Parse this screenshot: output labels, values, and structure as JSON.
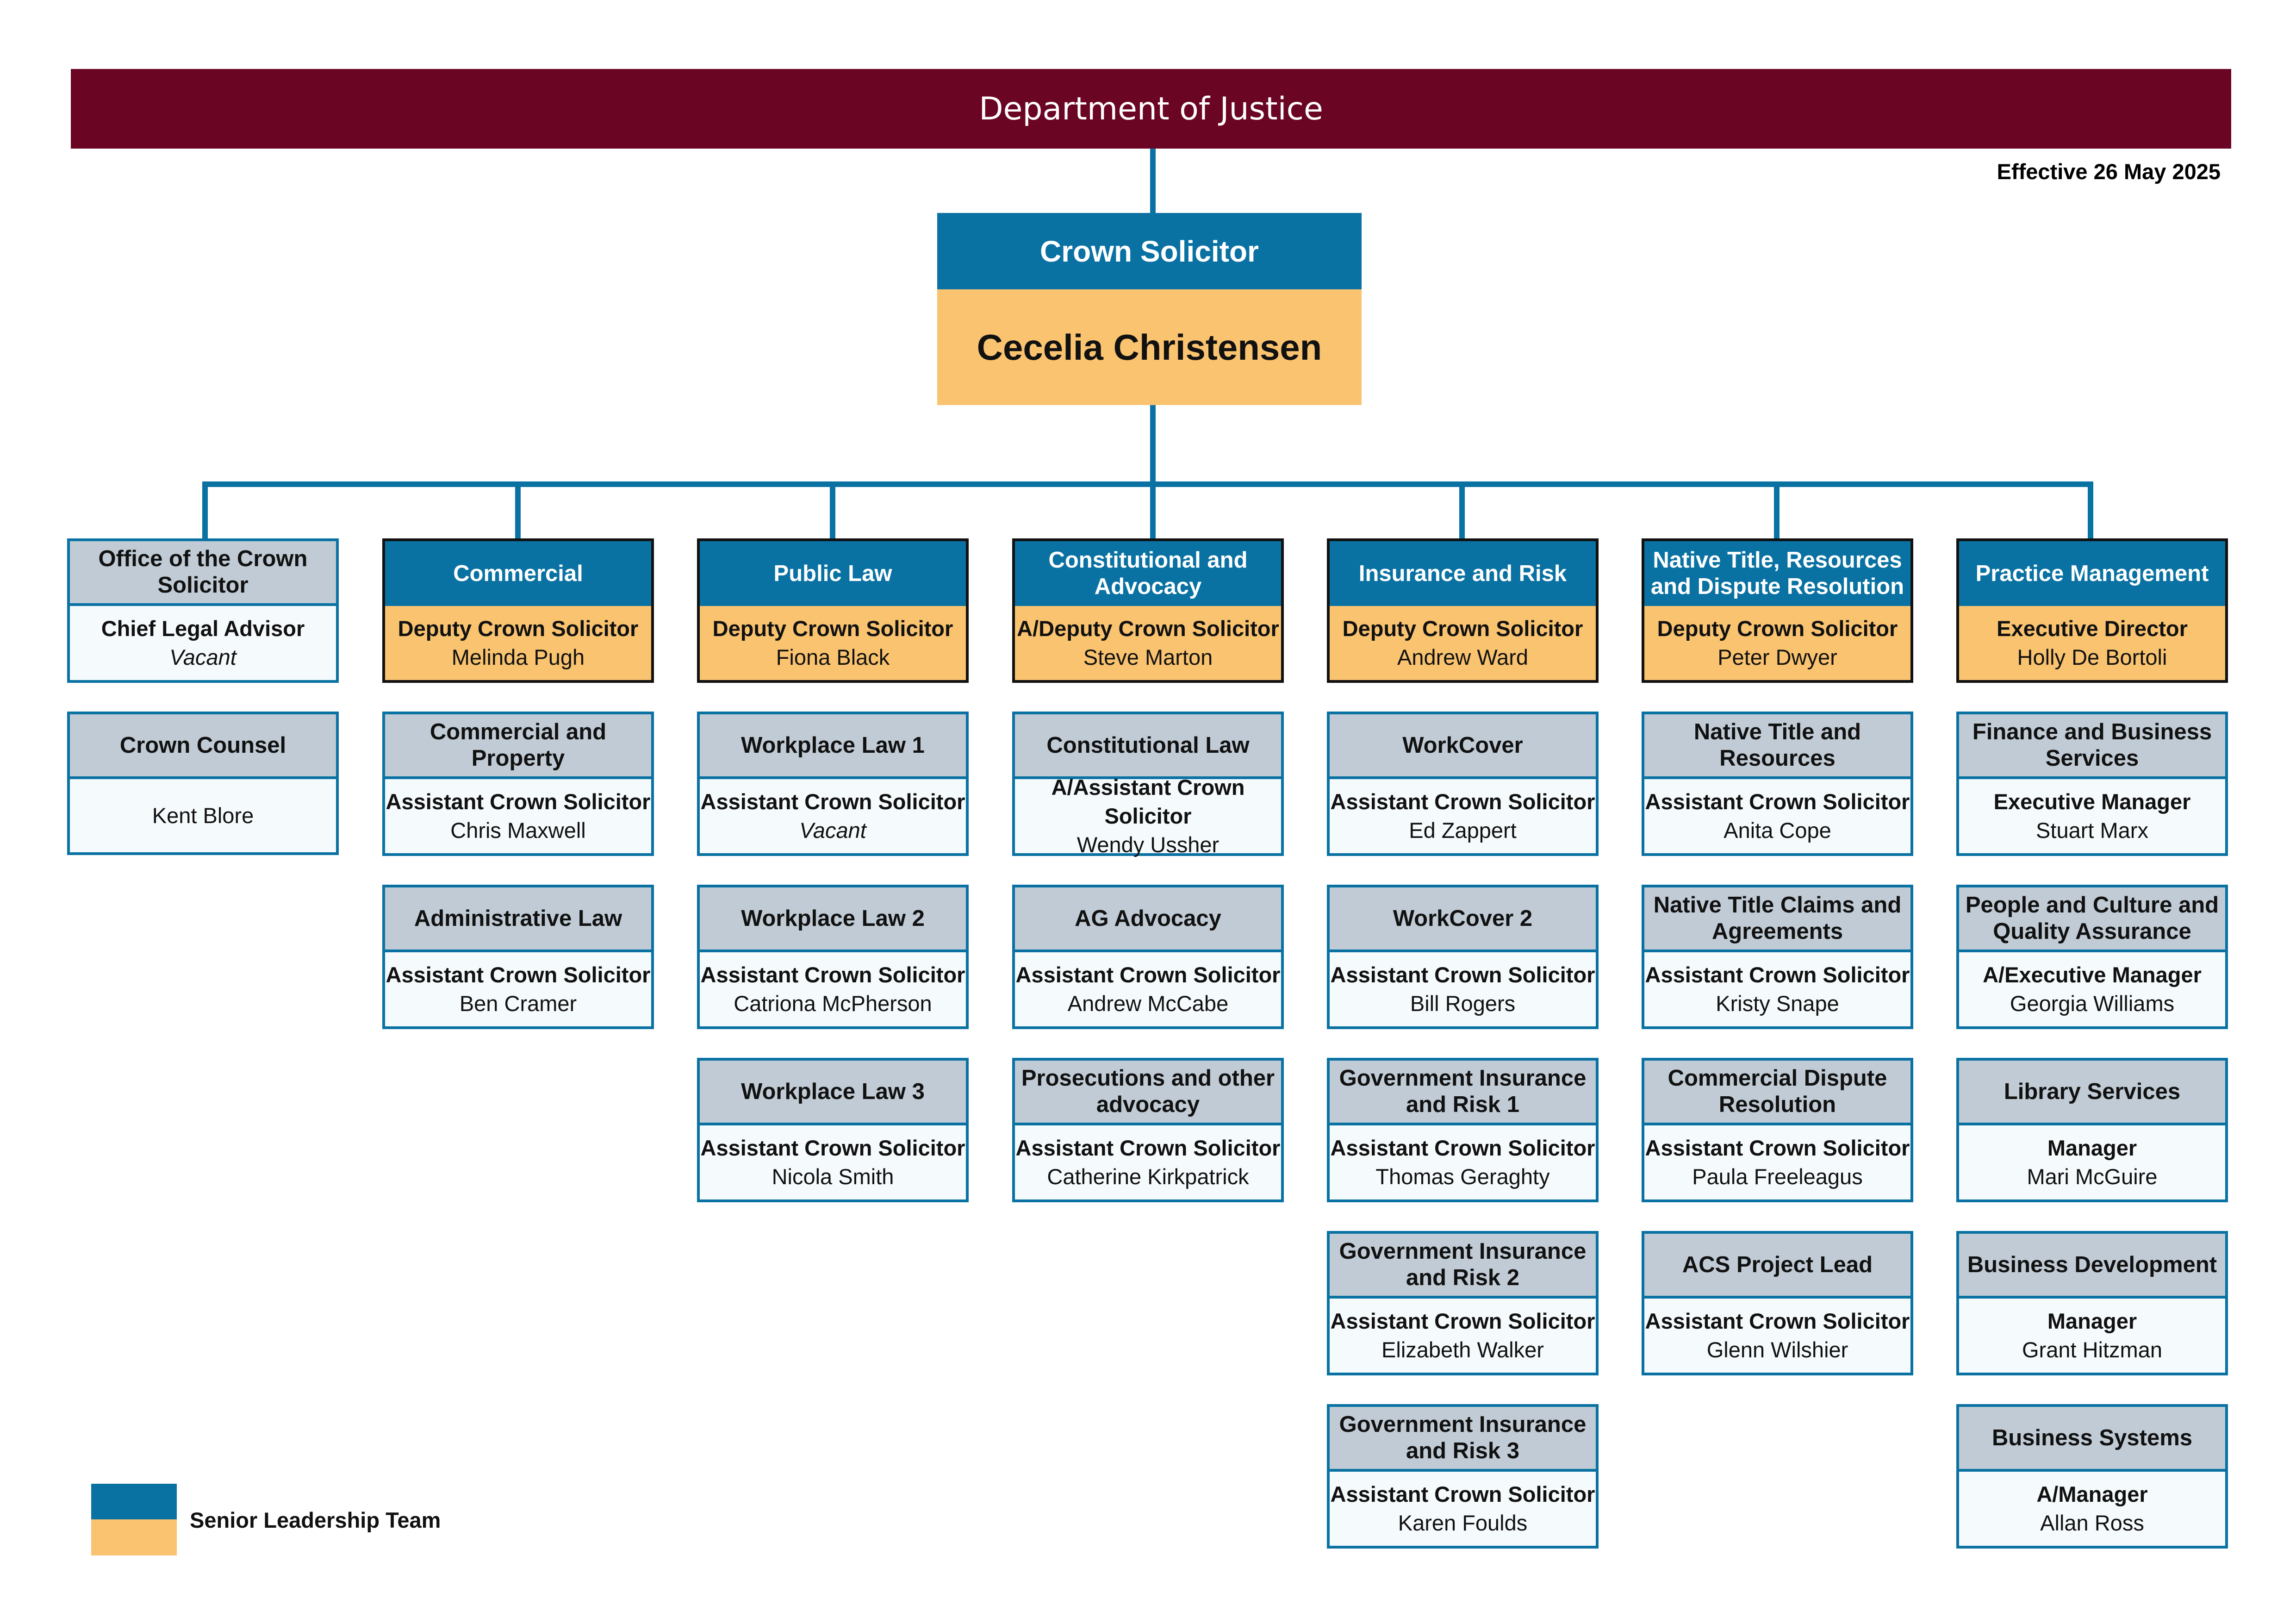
{
  "header": {
    "title": "Department of Justice",
    "effective": "Effective 26 May 2025"
  },
  "top": {
    "title": "Crown Solicitor",
    "name": "Cecelia Christensen"
  },
  "columns": [
    {
      "lead": {
        "title": "Office of the Crown Solicitor",
        "role": "Chief Legal Advisor",
        "name": "Vacant"
      },
      "units": [
        {
          "title": "Crown Counsel",
          "role": "",
          "name": "Kent Blore"
        }
      ]
    },
    {
      "lead": {
        "title": "Commercial",
        "role": "Deputy Crown Solicitor",
        "name": "Melinda Pugh"
      },
      "units": [
        {
          "title": "Commercial and Property",
          "role": "Assistant Crown Solicitor",
          "name": "Chris Maxwell"
        },
        {
          "title": "Administrative Law",
          "role": "Assistant Crown Solicitor",
          "name": "Ben Cramer"
        }
      ]
    },
    {
      "lead": {
        "title": "Public Law",
        "role": "Deputy Crown Solicitor",
        "name": "Fiona Black"
      },
      "units": [
        {
          "title": "Workplace Law 1",
          "role": "Assistant Crown Solicitor",
          "name": "Vacant"
        },
        {
          "title": "Workplace Law 2",
          "role": "Assistant Crown Solicitor",
          "name": "Catriona McPherson"
        },
        {
          "title": "Workplace Law 3",
          "role": "Assistant Crown Solicitor",
          "name": "Nicola Smith"
        }
      ]
    },
    {
      "lead": {
        "title": "Constitutional and Advocacy",
        "role": "A/Deputy Crown Solicitor",
        "name": "Steve Marton"
      },
      "units": [
        {
          "title": "Constitutional Law",
          "role": "A/Assistant Crown Solicitor",
          "name": "Wendy Ussher"
        },
        {
          "title": "AG Advocacy",
          "role": "Assistant Crown Solicitor",
          "name": "Andrew McCabe"
        },
        {
          "title": "Prosecutions and other advocacy",
          "role": "Assistant Crown Solicitor",
          "name": "Catherine Kirkpatrick"
        }
      ]
    },
    {
      "lead": {
        "title": "Insurance and Risk",
        "role": "Deputy Crown Solicitor",
        "name": "Andrew Ward"
      },
      "units": [
        {
          "title": "WorkCover",
          "role": "Assistant Crown Solicitor",
          "name": "Ed Zappert"
        },
        {
          "title": "WorkCover 2",
          "role": "Assistant Crown Solicitor",
          "name": "Bill Rogers"
        },
        {
          "title": "Government Insurance and Risk 1",
          "role": "Assistant Crown Solicitor",
          "name": "Thomas Geraghty"
        },
        {
          "title": "Government Insurance and Risk 2",
          "role": "Assistant Crown Solicitor",
          "name": "Elizabeth Walker"
        },
        {
          "title": "Government Insurance and Risk 3",
          "role": "Assistant Crown Solicitor",
          "name": "Karen Foulds"
        }
      ]
    },
    {
      "lead": {
        "title": "Native Title, Resources and Dispute Resolution",
        "role": "Deputy Crown Solicitor",
        "name": "Peter Dwyer"
      },
      "units": [
        {
          "title": "Native Title and Resources",
          "role": "Assistant Crown Solicitor",
          "name": "Anita Cope"
        },
        {
          "title": "Native Title Claims and Agreements",
          "role": "Assistant Crown Solicitor",
          "name": "Kristy Snape"
        },
        {
          "title": "Commercial Dispute Resolution",
          "role": "Assistant Crown Solicitor",
          "name": "Paula Freeleagus"
        },
        {
          "title": "ACS Project Lead",
          "role": "Assistant Crown Solicitor",
          "name": "Glenn Wilshier"
        }
      ]
    },
    {
      "lead": {
        "title": "Practice Management",
        "role": "Executive Director",
        "name": "Holly De Bortoli"
      },
      "units": [
        {
          "title": "Finance and Business Services",
          "role": "Executive Manager",
          "name": "Stuart Marx"
        },
        {
          "title": "People and Culture and Quality Assurance",
          "role": "A/Executive Manager",
          "name": "Georgia Williams"
        },
        {
          "title": "Library Services",
          "role": "Manager",
          "name": "Mari McGuire"
        },
        {
          "title": "Business Development",
          "role": "Manager",
          "name": "Grant Hitzman"
        },
        {
          "title": "Business Systems",
          "role": "A/Manager",
          "name": "Allan Ross"
        }
      ]
    }
  ],
  "legend": {
    "label": "Senior Leadership Team"
  },
  "colors": {
    "banner": "#6b0524",
    "blue": "#0a72a3",
    "orange": "#f9c36f",
    "grey": "#c0cbd5"
  }
}
